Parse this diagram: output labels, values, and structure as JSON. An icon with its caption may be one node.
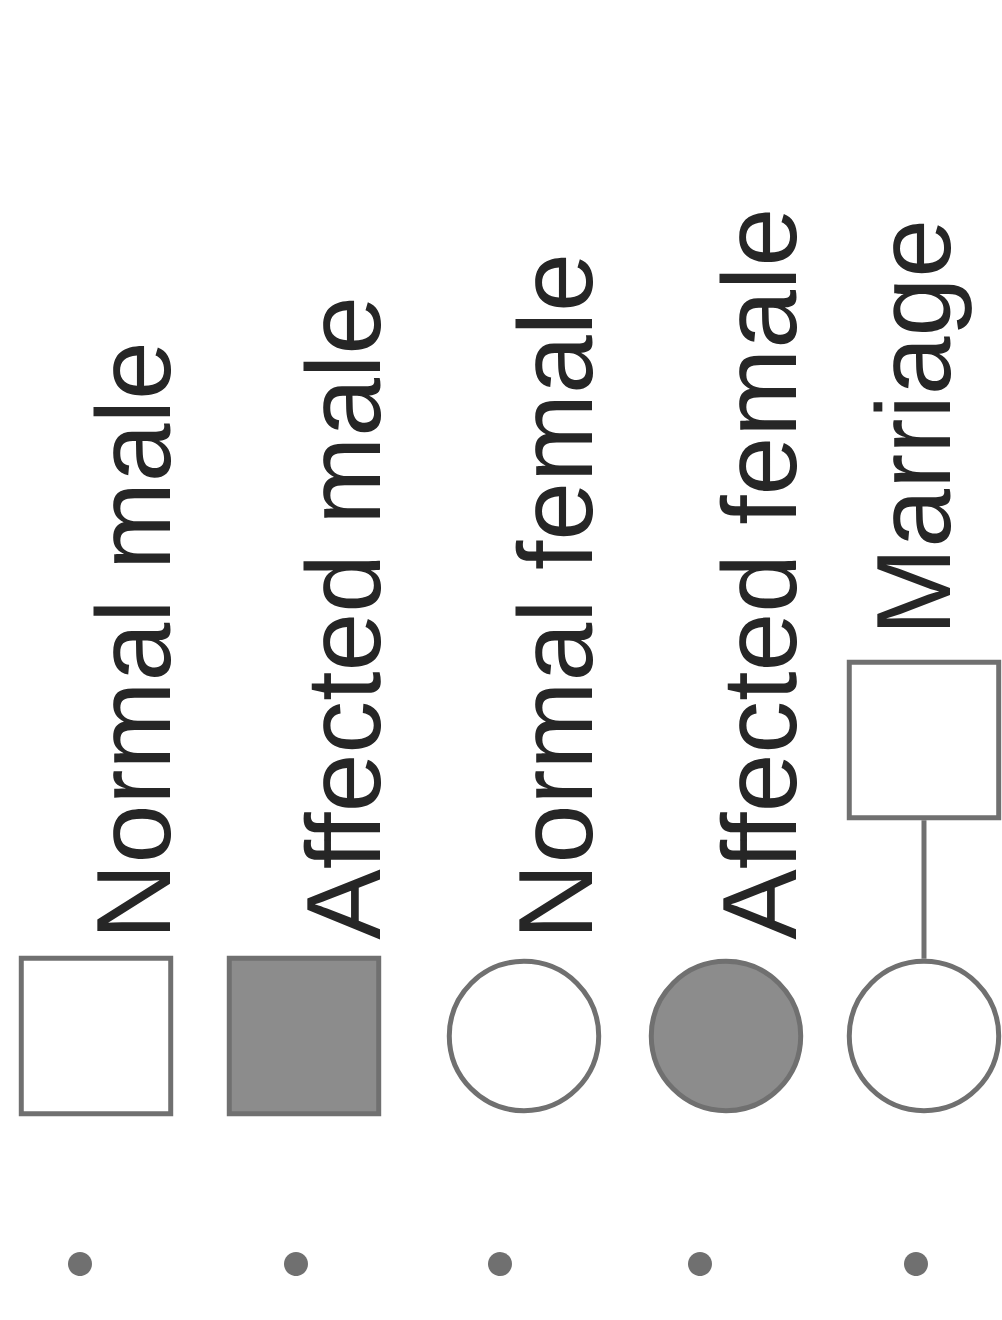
{
  "diagram": {
    "nodes": [
      {
        "text": [],
        "shape": "box"
      },
      {
        "text": [],
        "shape": "box"
      },
      {
        "text": [],
        "shape": "circle"
      },
      {
        "text": [],
        "shape": "circle"
      },
      {
        "text": [],
        "shape": "box"
      },
      {
        "text": [],
        "shape": "circle"
      }
    ],
    "edges": [
      {
        "from": 4,
        "to": 5,
        "arrow": "none"
      }
    ],
    "legend": [
      {
        "text": "Normal male"
      },
      {
        "text": "Affected male"
      },
      {
        "text": "Normal female"
      },
      {
        "text": "Affected female"
      },
      {
        "text": "Marriage"
      }
    ]
  }
}
